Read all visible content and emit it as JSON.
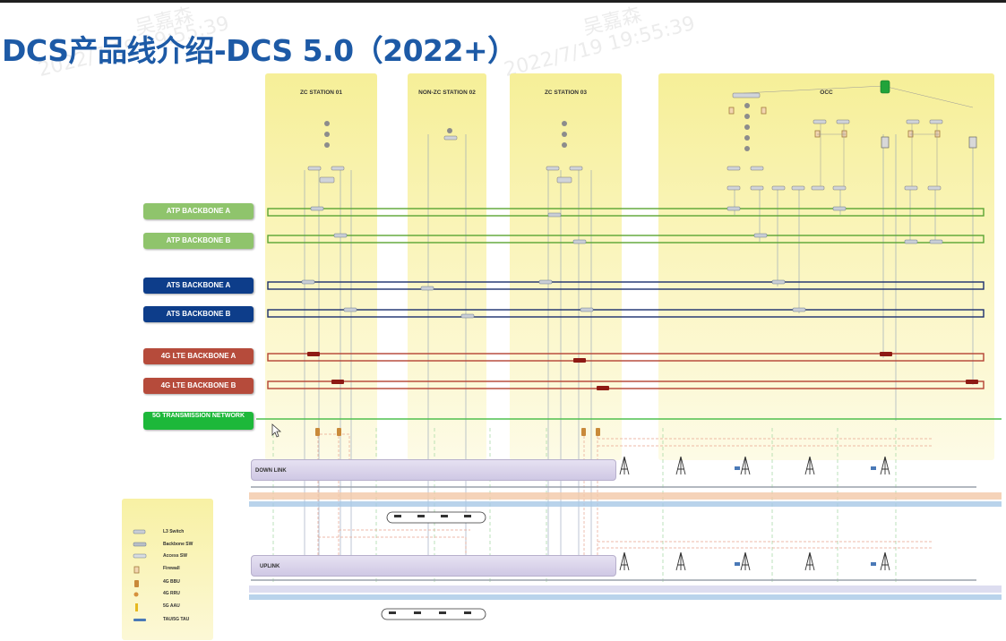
{
  "title": "DCS产品线介绍-DCS 5.0（2022+）",
  "watermark": {
    "name": "吴嘉森",
    "timestamp": "2022/7/19 19:55:39"
  },
  "zones": [
    {
      "id": "zc01",
      "label": "ZC STATION 01"
    },
    {
      "id": "nonzc02",
      "label": "NON-ZC STATION 02"
    },
    {
      "id": "zc03",
      "label": "ZC STATION 03"
    },
    {
      "id": "occ",
      "label": "OCC"
    }
  ],
  "backbones": [
    {
      "label": "ATP BACKBONE A",
      "color": "#8fc46c",
      "stroke": "#5aa533"
    },
    {
      "label": "ATP BACKBONE B",
      "color": "#8fc46c",
      "stroke": "#5aa533"
    },
    {
      "label": "ATS BACKBONE A",
      "color": "#0d3d8a",
      "stroke": "#1b2f6e"
    },
    {
      "label": "ATS BACKBONE B",
      "color": "#0d3d8a",
      "stroke": "#1b2f6e"
    },
    {
      "label": "4G LTE BACKBONE A",
      "color": "#b64b3b",
      "stroke": "#b44234"
    },
    {
      "label": "4G LTE BACKBONE B",
      "color": "#b64b3b",
      "stroke": "#b44234"
    },
    {
      "label": "5G TRANSMISSION NETWORK",
      "color": "#1db83a",
      "stroke": "#4ec04e"
    }
  ],
  "links": {
    "down": "DOWN LINK",
    "up": "UPLINK"
  },
  "legend": [
    {
      "label": "L3 Switch",
      "icon": "l3-switch"
    },
    {
      "label": "Backbone SW",
      "icon": "backbone-switch"
    },
    {
      "label": "Access SW",
      "icon": "access-switch"
    },
    {
      "label": "Firewall",
      "icon": "firewall"
    },
    {
      "label": "4G BBU",
      "icon": "bbu"
    },
    {
      "label": "4G RRU",
      "icon": "rru"
    },
    {
      "label": "5G AAU",
      "icon": "aau"
    },
    {
      "label": "TAU/5G TAU",
      "icon": "tau"
    }
  ],
  "colors": {
    "title": "#1d5aa6",
    "zone": "#f6ef98"
  }
}
